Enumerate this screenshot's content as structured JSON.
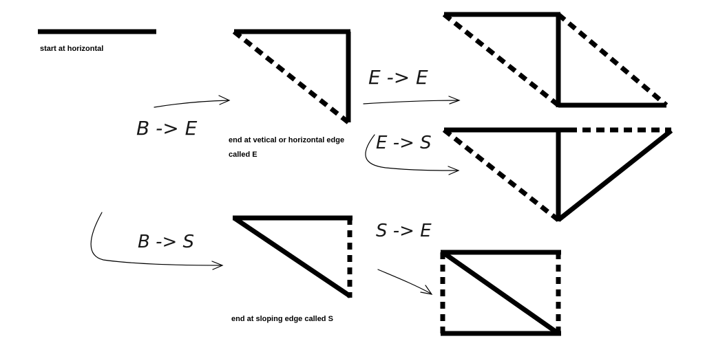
{
  "labels": {
    "start": "start at horizontal",
    "end_edge_line1": "end at vetical or horizontal  edge",
    "end_edge_line2": "called E",
    "end_sloping": "end at sloping edge called S"
  },
  "transitions": {
    "b_to_e": "B -> E",
    "e_to_e": "E -> E",
    "e_to_s": "E -> S",
    "b_to_s": "B -> S",
    "s_to_e": "S -> E"
  }
}
